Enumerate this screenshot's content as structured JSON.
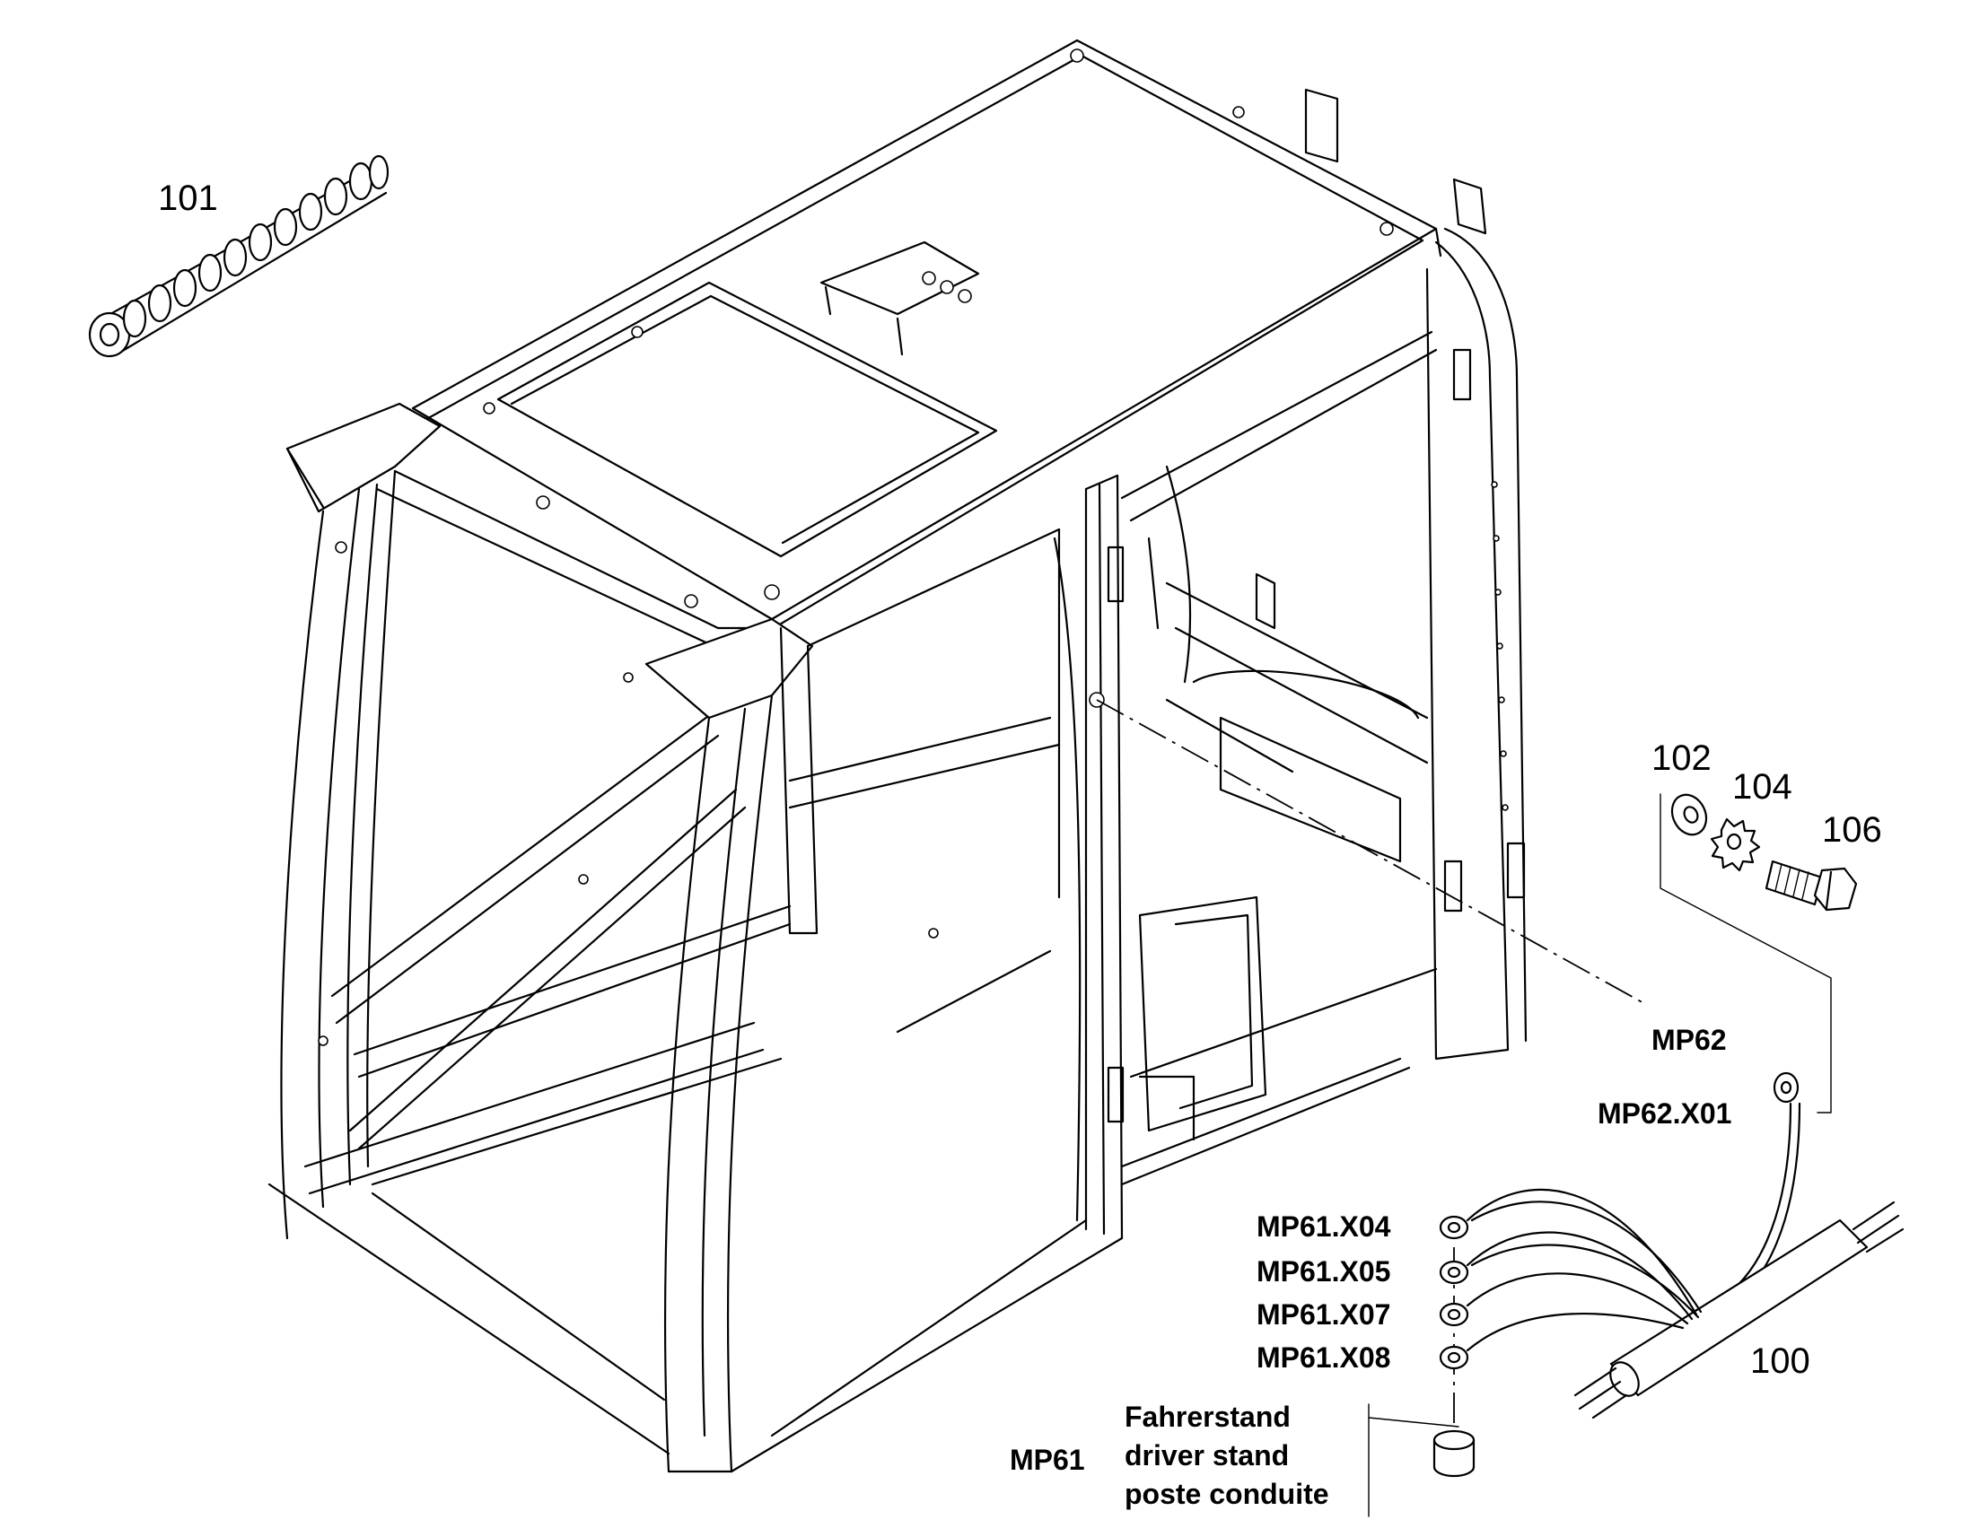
{
  "callouts": {
    "c100": "100",
    "c101": "101",
    "c102": "102",
    "c104": "104",
    "c106": "106"
  },
  "labels": {
    "mp62": "MP62",
    "mp62_x01": "MP62.X01",
    "mp61_x04": "MP61.X04",
    "mp61_x05": "MP61.X05",
    "mp61_x07": "MP61.X07",
    "mp61_x08": "MP61.X08",
    "mp61": "MP61",
    "location_de": "Fahrerstand",
    "location_en": "driver stand",
    "location_fr": "poste conduite"
  }
}
